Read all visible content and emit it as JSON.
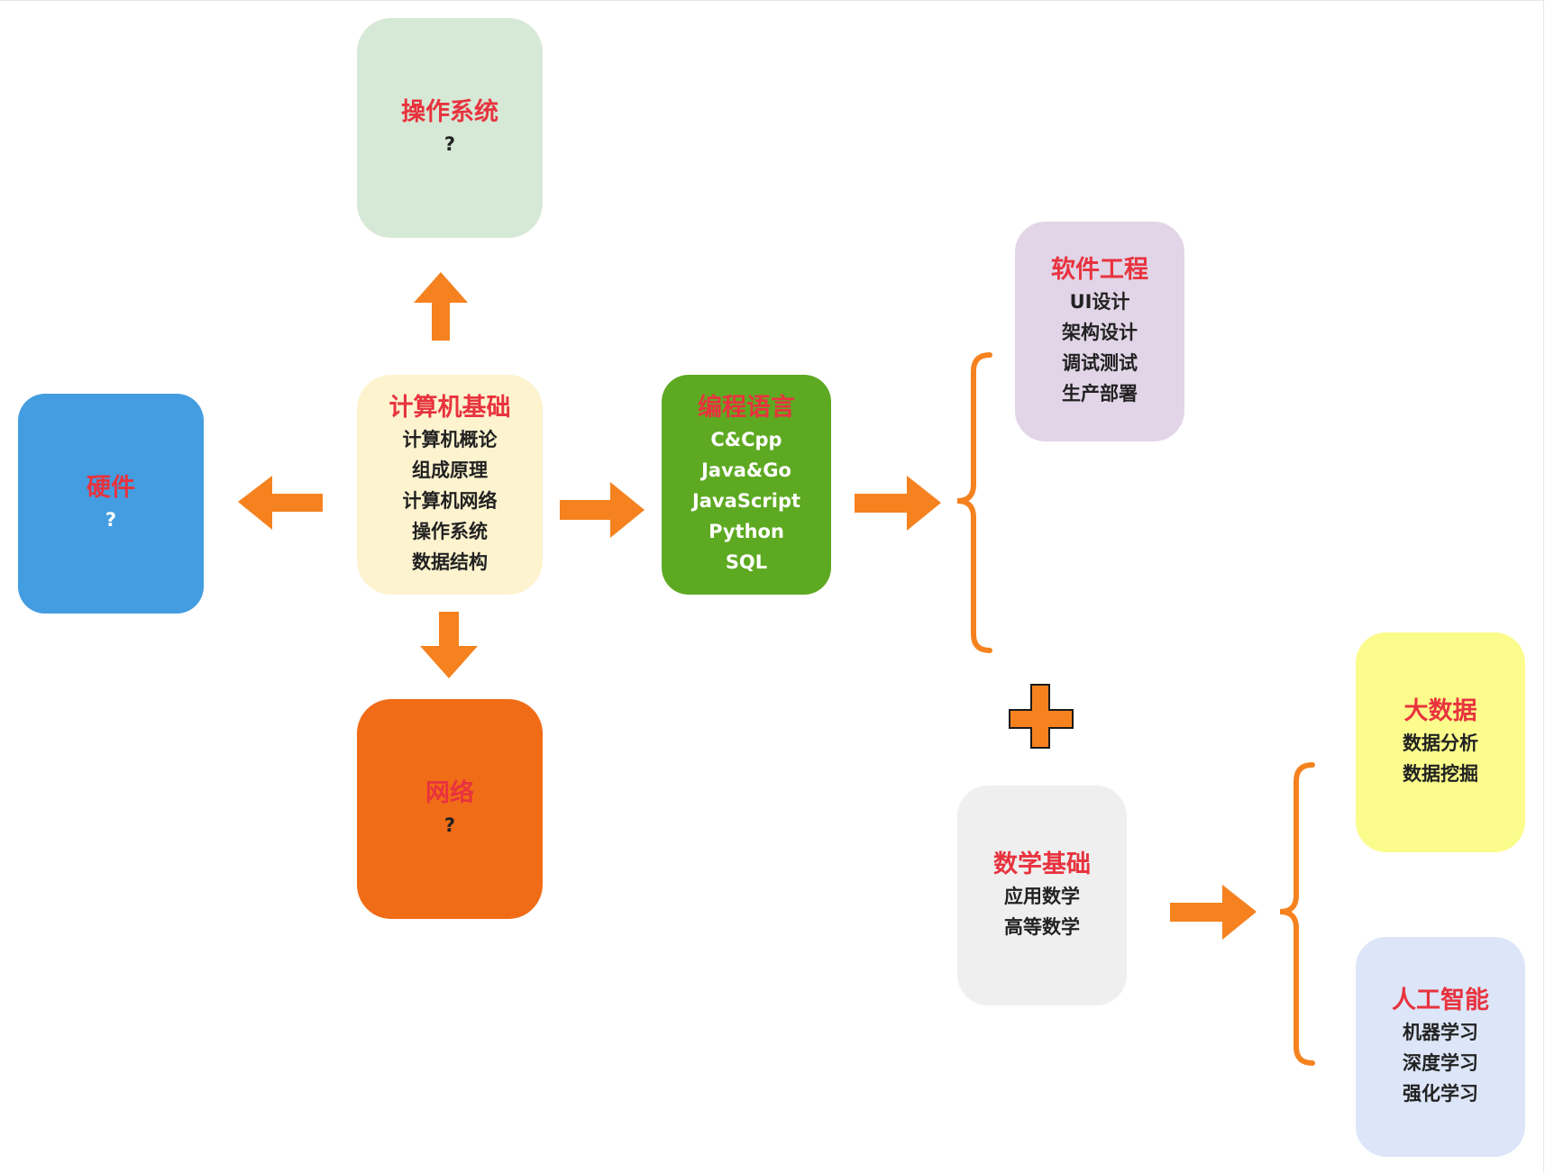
{
  "colors": {
    "arrow": "#f5821f",
    "title_red": "#e8333e"
  },
  "nodes": {
    "os": {
      "title": "操作系统",
      "lines": [
        "?"
      ]
    },
    "hardware": {
      "title": "硬件",
      "lines": [
        "?"
      ]
    },
    "network": {
      "title": "网络",
      "lines": [
        "?"
      ]
    },
    "basics": {
      "title": "计算机基础",
      "lines": [
        "计算机概论",
        "组成原理",
        "计算机网络",
        "操作系统",
        "数据结构"
      ]
    },
    "lang": {
      "title": "编程语言",
      "lines": [
        "C&Cpp",
        "Java&Go",
        "JavaScript",
        "Python",
        "SQL"
      ]
    },
    "se": {
      "title": "软件工程",
      "lines": [
        "UI设计",
        "架构设计",
        "调试测试",
        "生产部署"
      ]
    },
    "math": {
      "title": "数学基础",
      "lines": [
        "应用数学",
        "高等数学"
      ]
    },
    "bigdata": {
      "title": "大数据",
      "lines": [
        "数据分析",
        "数据挖掘"
      ]
    },
    "ai": {
      "title": "人工智能",
      "lines": [
        "机器学习",
        "深度学习",
        "强化学习"
      ]
    }
  }
}
